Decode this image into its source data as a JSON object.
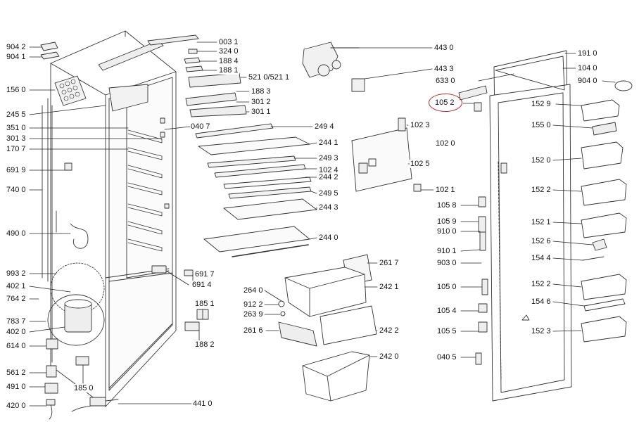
{
  "diagram": {
    "highlight_color": "#c0262f",
    "highlighted_part": "105 2",
    "labels": {
      "l9042": "904 2",
      "l9041": "904 1",
      "l1560": "156 0",
      "l2455": "245 5",
      "l3510": "351 0",
      "l3013a": "301 3",
      "l1707": "170 7",
      "l6919": "691 9",
      "l7400": "740 0",
      "l4900": "490 0",
      "l9932": "993 2",
      "l4021": "402 1",
      "l7642": "764 2",
      "l7837": "783 7",
      "l4020": "402 0",
      "l6140": "614 0",
      "l5612": "561 2",
      "l4910": "491 0",
      "l4200": "420 0",
      "l1850": "185 0",
      "l4410": "441 0",
      "l0031": "003 1",
      "l3240": "324 0",
      "l1884": "188 4",
      "l1881": "188 1",
      "l5210": "521 0/521 1",
      "l1883": "188 3",
      "l3012": "301 2",
      "l3011": "301 1",
      "l0407": "040 7",
      "l6917": "691 7",
      "l6914": "691 4",
      "l1851": "185 1",
      "l1882": "188 2",
      "l4430": "443 0",
      "l4433": "443 3",
      "l2494": "249 4",
      "l2441": "244 1",
      "l2493": "249 3",
      "l1024": "102 4",
      "l2442": "244 2",
      "l2495": "249 5",
      "l2443": "244 3",
      "l2440": "244 0",
      "l2617": "261 7",
      "l2640": "264 0",
      "l2421": "242 1",
      "l9122": "912 2",
      "l2639": "263 9",
      "l2616": "261 6",
      "l2422": "242 2",
      "l2420": "242 0",
      "l1023": "102 3",
      "l1020": "102 0",
      "l1025": "102 5",
      "l1021": "102 1",
      "l6330": "633 0",
      "l1052": "105 2",
      "l1058": "105 8",
      "l1059": "105 9",
      "l9100": "910 0",
      "l9101": "910 1",
      "l9030": "903 0",
      "l1050": "105 0",
      "l1054": "105 4",
      "l1055": "105 5",
      "l0405": "040 5",
      "l1910": "191 0",
      "l1040": "104 0",
      "l9040": "904 0",
      "l1529": "152 9",
      "l1550": "155 0",
      "l1520": "152 0",
      "l1522a": "152 2",
      "l1521": "152 1",
      "l1526": "152 6",
      "l1544": "154 4",
      "l1522b": "152 2",
      "l1546": "154 6",
      "l1523": "152 3"
    }
  }
}
